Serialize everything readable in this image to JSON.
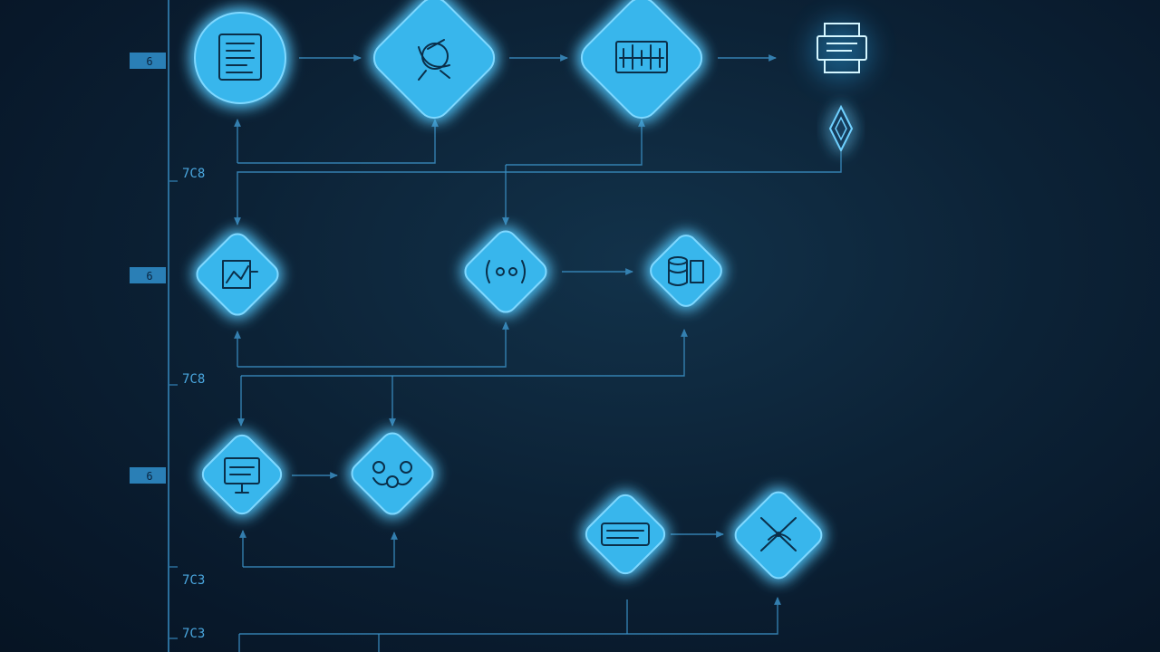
{
  "lanes": [
    {
      "badge": "6"
    },
    {
      "badge": "6"
    },
    {
      "badge": "6"
    }
  ],
  "axis_labels": [
    "7C8",
    "7C8",
    "7C3",
    "7C3"
  ],
  "nodes": [
    {
      "icon": "document-icon"
    },
    {
      "icon": "satellite-dish-icon"
    },
    {
      "icon": "circuit-board-icon"
    },
    {
      "icon": "printer-icon"
    },
    {
      "icon": "small-diamond-icon"
    },
    {
      "icon": "chart-board-icon"
    },
    {
      "icon": "signal-wave-icon"
    },
    {
      "icon": "database-icon"
    },
    {
      "icon": "presentation-board-icon"
    },
    {
      "icon": "network-cluster-icon"
    },
    {
      "icon": "keyboard-panel-icon"
    },
    {
      "icon": "crossed-tools-icon"
    }
  ],
  "colors": {
    "background": "#0c2236",
    "node_fill": "#38b6ec",
    "node_glow": "#39c4ff",
    "connector": "#3b8fc4",
    "axis": "#2b6f9c",
    "label": "#4aa7df"
  }
}
